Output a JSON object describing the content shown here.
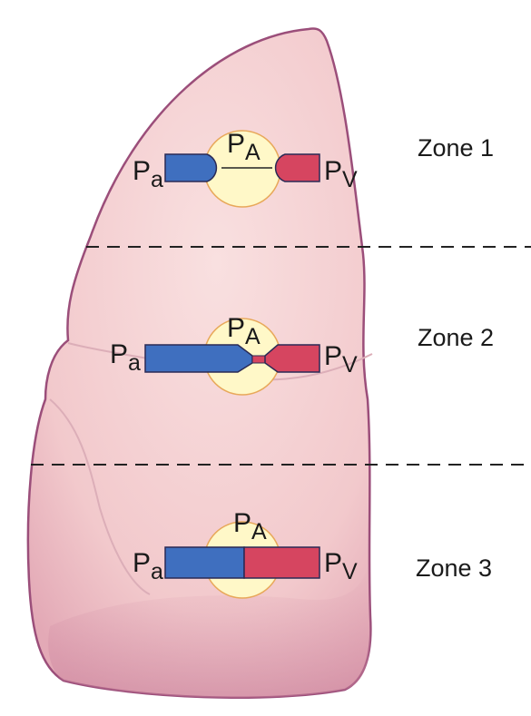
{
  "zones": [
    {
      "label": "Zone 1",
      "alveolar": {
        "main": "P",
        "sub": "A"
      },
      "arterial": {
        "main": "P",
        "sub": "a"
      },
      "venous": {
        "main": "P",
        "sub": "V"
      },
      "state": "collapsed"
    },
    {
      "label": "Zone 2",
      "alveolar": {
        "main": "P",
        "sub": "A"
      },
      "arterial": {
        "main": "P",
        "sub": "a"
      },
      "venous": {
        "main": "P",
        "sub": "V"
      },
      "state": "narrowed"
    },
    {
      "label": "Zone 3",
      "alveolar": {
        "main": "P",
        "sub": "A"
      },
      "arterial": {
        "main": "P",
        "sub": "a"
      },
      "venous": {
        "main": "P",
        "sub": "V"
      },
      "state": "open"
    }
  ],
  "colors": {
    "lung_fill": "#f0c4c8",
    "lung_outline": "#9b4e7a",
    "alveolus_fill": "#fff8c8",
    "alveolus_outline": "#e8a85a",
    "arterial": "#3f6fbf",
    "venous": "#d64560",
    "vessel_outline": "#2a2a55",
    "divider": "#222222"
  }
}
